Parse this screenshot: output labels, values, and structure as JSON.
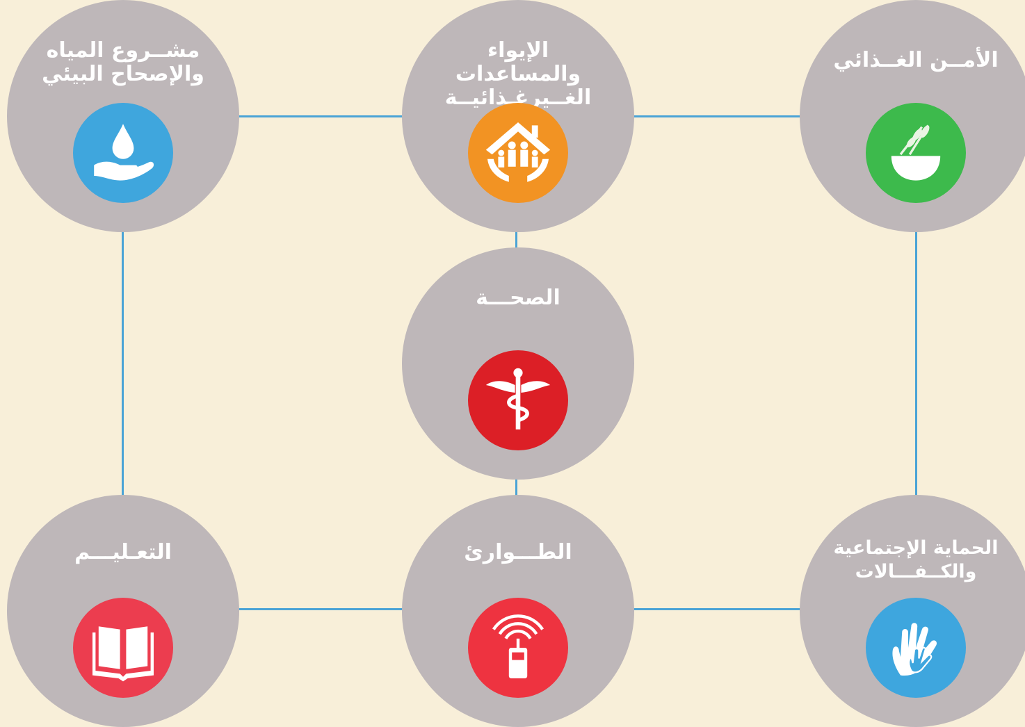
{
  "colors": {
    "background": "#f8efd9",
    "circle": "#beb7b9",
    "connector": "#4aa3d6"
  },
  "nodes": {
    "water": {
      "lines": [
        "مشــروع المياه",
        "والإصحاح البيئي"
      ],
      "icon": "water-drop-hand-icon",
      "color": "#3fa6dd"
    },
    "shelter": {
      "lines": [
        "الإيواء والمساعدات",
        "الغــيرغـذائيــة"
      ],
      "icon": "house-family-icon",
      "color": "#f29323"
    },
    "food": {
      "lines": [
        "الأمــن الغــذائي"
      ],
      "icon": "wheat-bowl-icon",
      "color": "#3dba4c"
    },
    "health": {
      "lines": [
        "الصحـــة"
      ],
      "icon": "caduceus-icon",
      "color": "#dc1f26"
    },
    "education": {
      "lines": [
        "التعـليـــم"
      ],
      "icon": "open-book-icon",
      "color": "#ec3d4f"
    },
    "emergency": {
      "lines": [
        "الطـــوارئ"
      ],
      "icon": "radio-phone-icon",
      "color": "#ee3340"
    },
    "protection": {
      "lines": [
        "الحماية الإجتماعية",
        "والكــفـــالات"
      ],
      "icon": "hands-icon",
      "color": "#3ea6de"
    }
  }
}
